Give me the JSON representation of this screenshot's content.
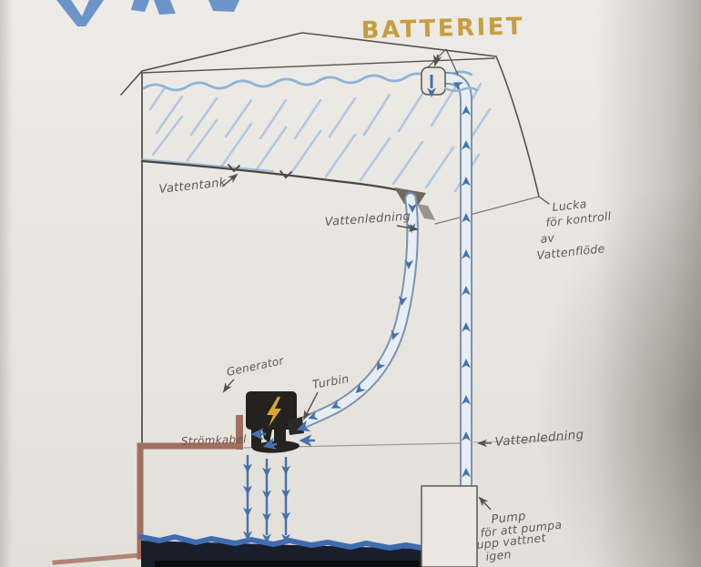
{
  "title": {
    "subtitle": "BATTERIET"
  },
  "labels": {
    "vattentank": "Vattentank",
    "vattenledning_upper": "Vattenledning",
    "lucka": [
      "Lucka",
      "för kontroll",
      "av",
      "Vattenflöde"
    ],
    "generator": "Generator",
    "turbin": "Turbin",
    "stromkabel": "Strömkabel",
    "vattenledning_lower": "Vattenledning",
    "pump": [
      "Pump",
      "för att pumpa",
      "upp vattnet",
      "igen"
    ]
  },
  "colors": {
    "paper": "#e9e6e1",
    "pencil": "#57534c",
    "pipe_arrow_blue": "#4472ae",
    "pipe_fill": "#e7edf5",
    "hatch_blue": "#a9c2de",
    "wave_blue": "#8fb3d6",
    "pool_dark": "#191e2b",
    "pool_edge_blue": "#3f6cb0",
    "cable_brown": "#a26e5f",
    "generator_black": "#232220",
    "lightning_gold": "#d9a82b",
    "title_gold": "#c79e3f",
    "title_blue": "#6b94c8",
    "handwriting": "#5e5a54"
  }
}
